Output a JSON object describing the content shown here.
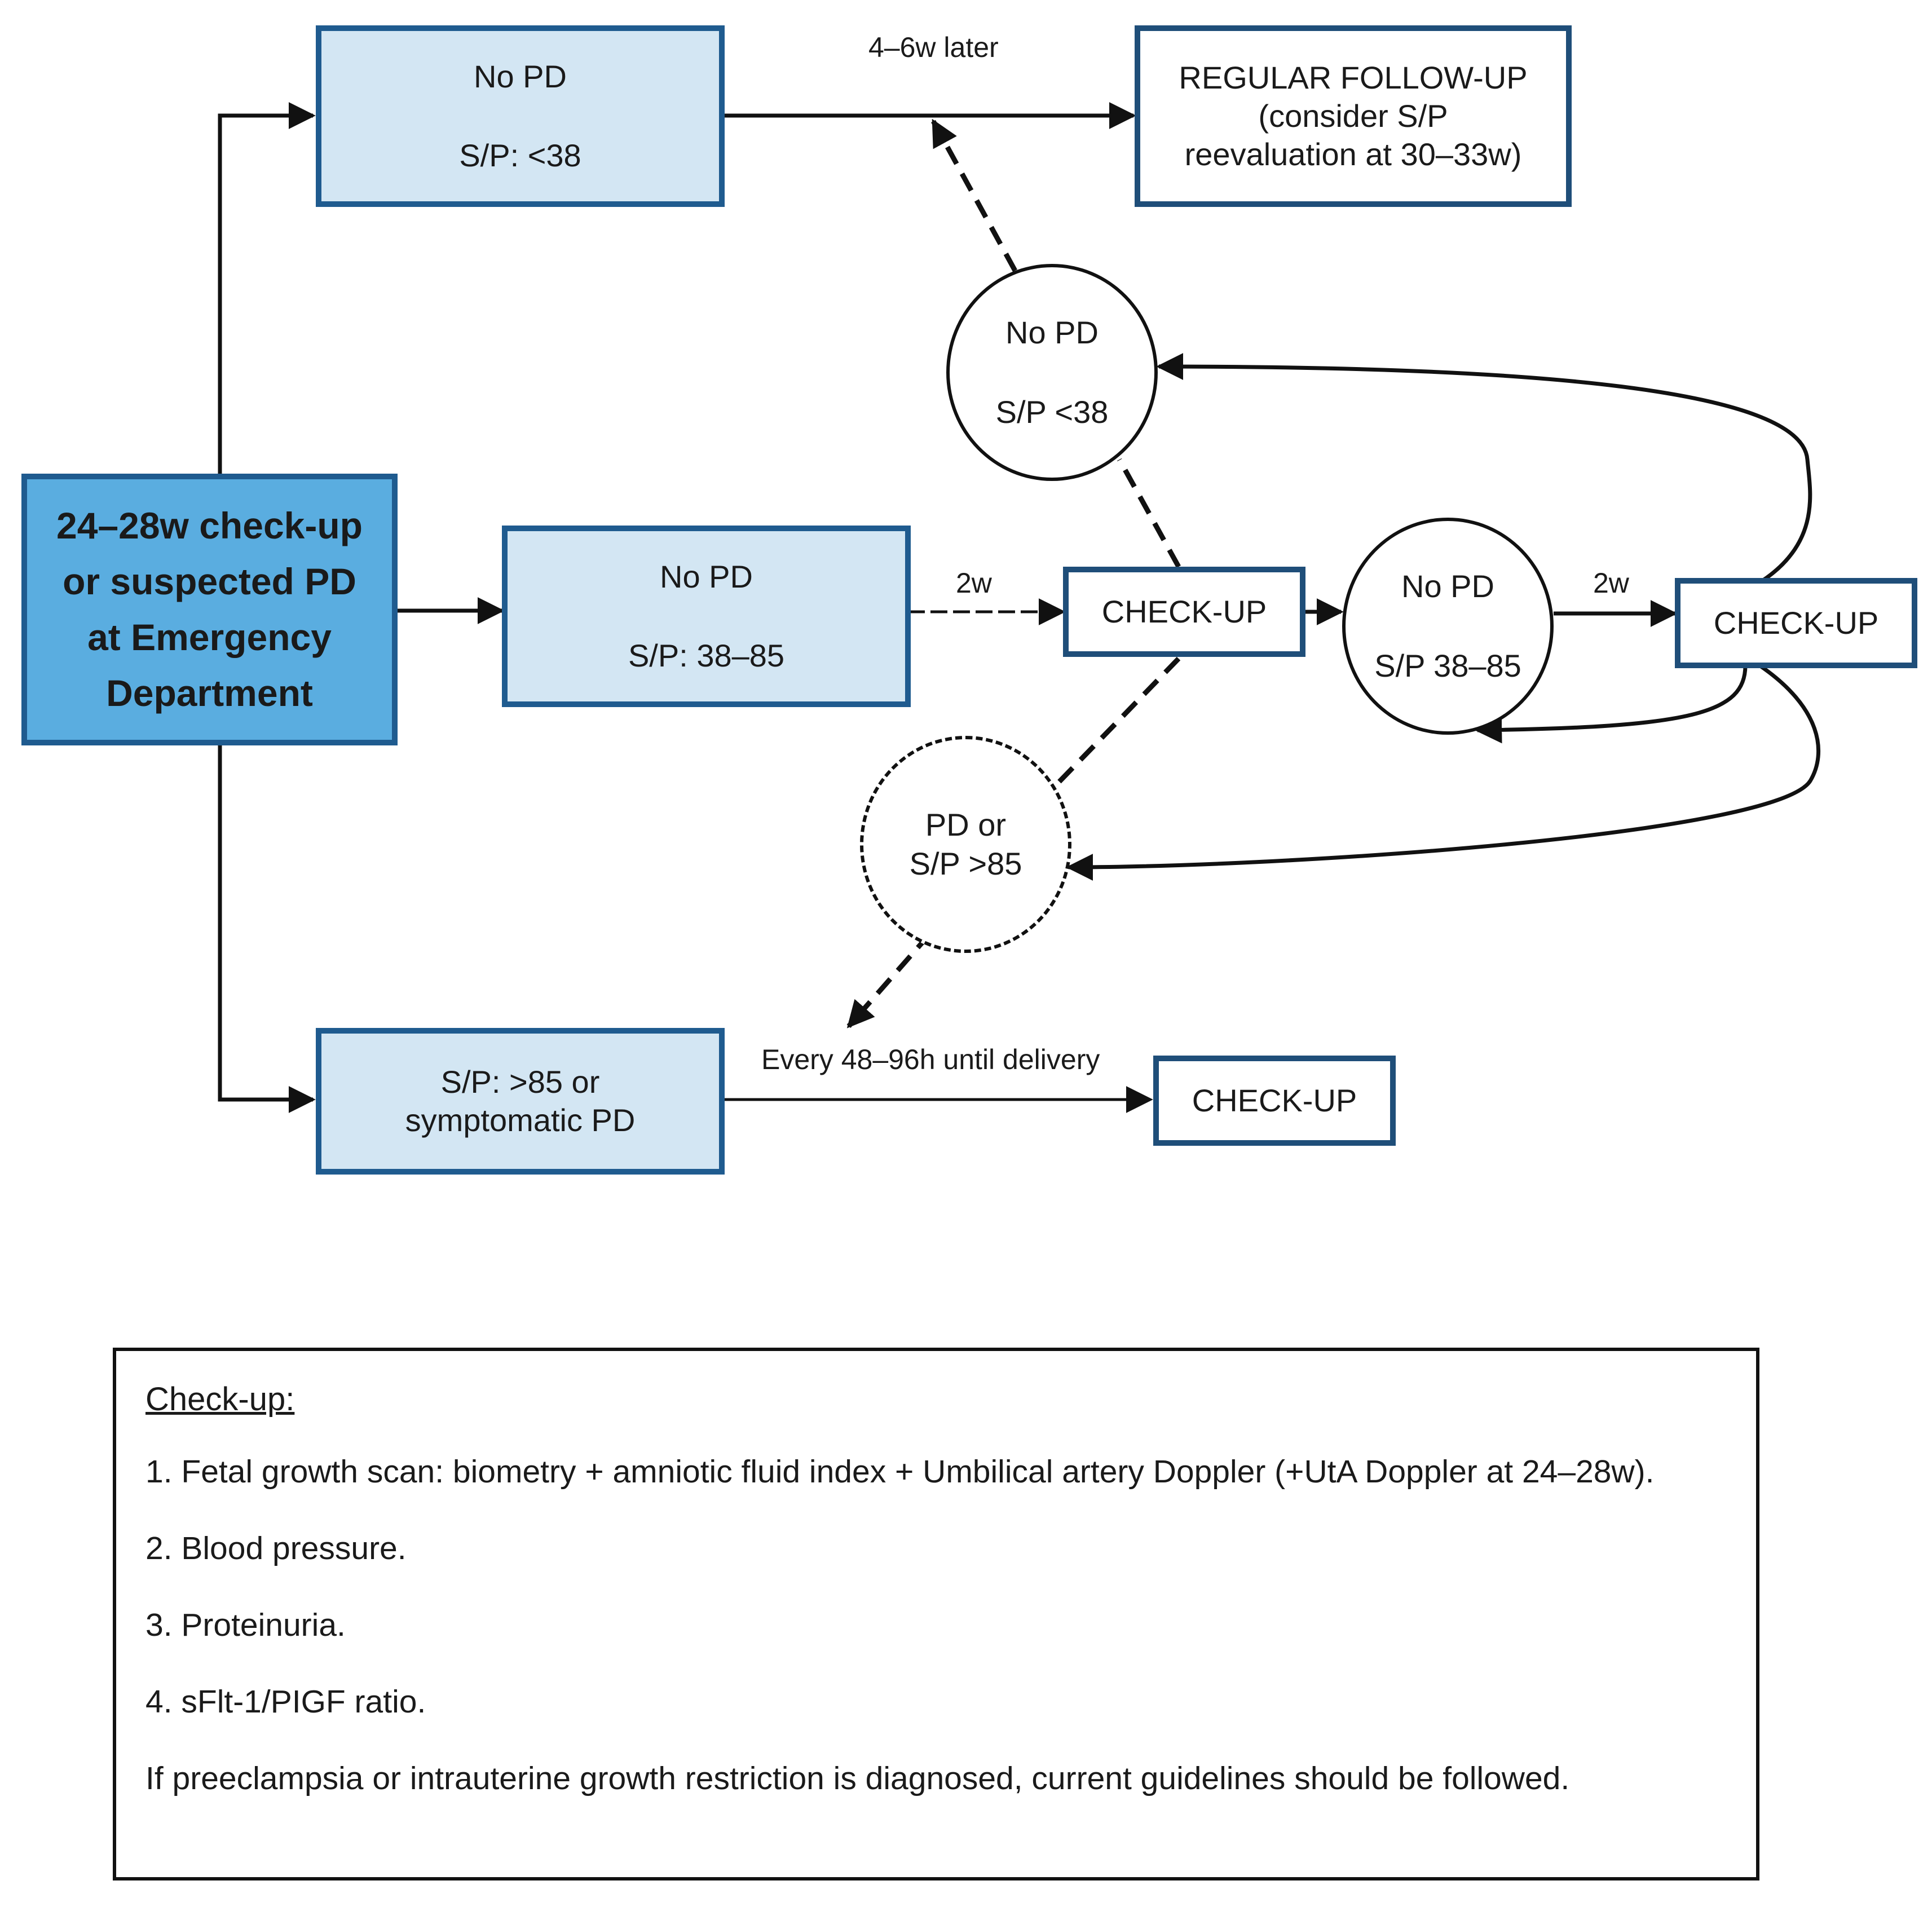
{
  "nodes": {
    "start": {
      "lines": [
        "24–28w check-up",
        "or suspected PD",
        "at Emergency",
        "Department"
      ]
    },
    "no_pd_low": {
      "line1": "No PD",
      "line2": "S/P: <38"
    },
    "regular_followup": {
      "lines": [
        "REGULAR FOLLOW-UP",
        "(consider S/P",
        "reevaluation at 30–33w)"
      ]
    },
    "no_pd_mid": {
      "line1": "No PD",
      "line2": "S/P: 38–85"
    },
    "checkup_1": {
      "label": "CHECK-UP"
    },
    "circle_no_pd_low": {
      "line1": "No PD",
      "line2": "S/P <38"
    },
    "circle_no_pd_mid": {
      "line1": "No PD",
      "line2": "S/P 38–85"
    },
    "checkup_2": {
      "label": "CHECK-UP"
    },
    "circle_pd_high": {
      "line1": "PD or",
      "line2": "S/P >85"
    },
    "high_risk": {
      "line1": "S/P: >85 or",
      "line2": "symptomatic PD"
    },
    "checkup_3": {
      "label": "CHECK-UP"
    }
  },
  "edge_labels": {
    "later": "4–6w later",
    "two_weeks_a": "2w",
    "two_weeks_b": "2w",
    "every": "Every 48–96h until delivery"
  },
  "legend": {
    "heading": "Check-up:",
    "items": [
      "1. Fetal growth scan: biometry + amniotic fluid index + Umbilical artery Doppler (+UtA Doppler at 24–28w).",
      "2. Blood pressure.",
      "3. Proteinuria.",
      "4. sFlt-1/PIGF ratio.",
      "If preeclampsia or intrauterine growth restriction is diagnosed, current guidelines should be followed."
    ]
  },
  "colors": {
    "main_fill": "#5aade0",
    "light_fill": "#d3e6f3",
    "border_blue": "#1f5b8f"
  }
}
